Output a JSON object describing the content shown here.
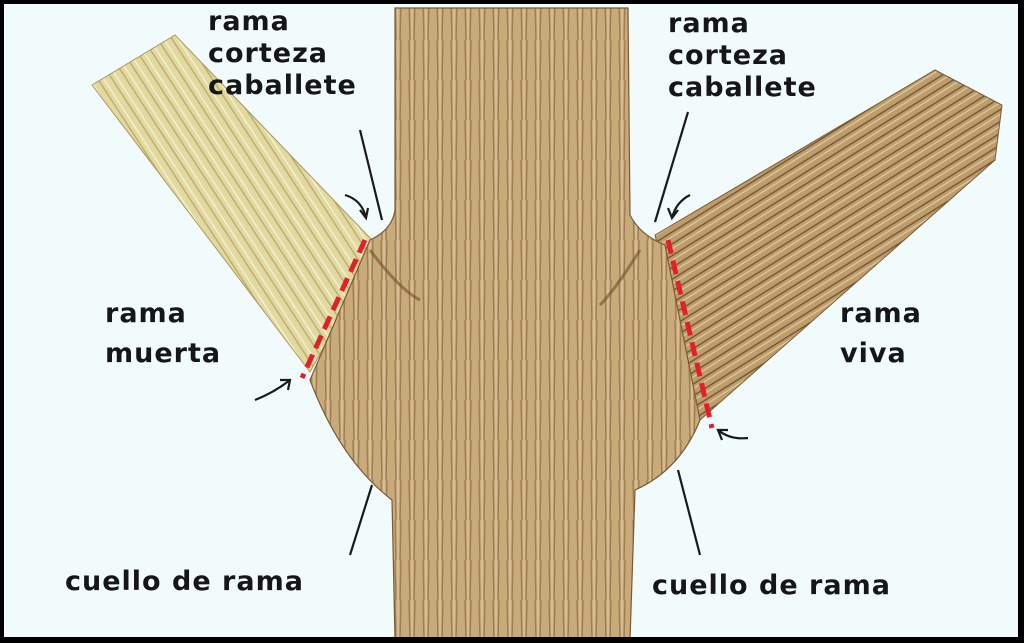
{
  "labels": {
    "left_top": [
      "rama",
      "corteza",
      "caballete"
    ],
    "right_top": [
      "rama",
      "corteza",
      "caballete"
    ],
    "dead_branch": [
      "rama",
      "muerta"
    ],
    "live_branch": [
      "rama",
      "viva"
    ],
    "left_collar": "cuello de rama",
    "right_collar": "cuello de rama"
  },
  "colors": {
    "background": "#f2fbfc",
    "trunk": "#c9aa7a",
    "dead_branch": "#e2d9a0",
    "live_branch": "#b89868",
    "cut_line": "#e0202a"
  }
}
